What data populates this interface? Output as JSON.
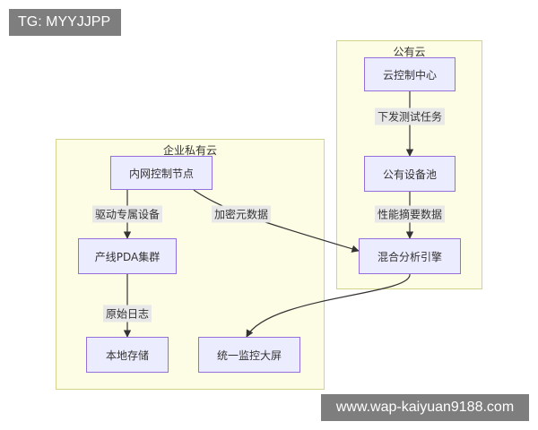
{
  "watermark_top": "TG: MYYJJPP",
  "watermark_bottom": "www.wap-kaiyuan9188.com",
  "groups": {
    "private": "企业私有云",
    "public": "公有云"
  },
  "nodes": {
    "intranet_control": "内网控制节点",
    "pda_cluster": "产线PDA集群",
    "local_storage": "本地存储",
    "unified_dashboard": "统一监控大屏",
    "cloud_control": "云控制中心",
    "public_pool": "公有设备池",
    "hybrid_engine": "混合分析引擎"
  },
  "edges": {
    "drive_devices": "驱动专属设备",
    "encrypt_meta": "加密元数据",
    "raw_logs": "原始日志",
    "dispatch_tasks": "下发测试任务",
    "perf_summary": "性能摘要数据"
  }
}
